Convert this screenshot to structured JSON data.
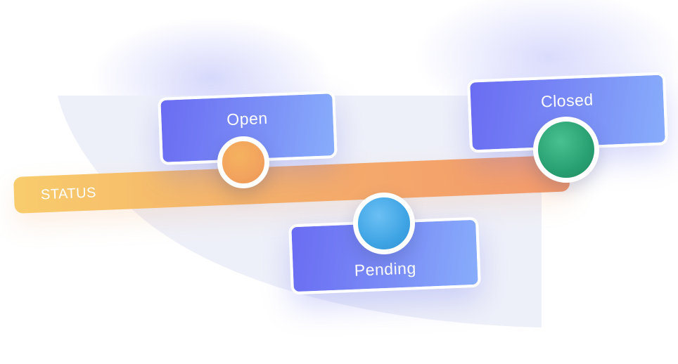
{
  "track": {
    "label": "STATUS"
  },
  "states": {
    "open": {
      "label": "Open",
      "color": "#f2a35e"
    },
    "pending": {
      "label": "Pending",
      "color": "#3fa4e4"
    },
    "closed": {
      "label": "Closed",
      "color": "#29a071"
    }
  },
  "colors": {
    "card_start": "#6a6cf2",
    "card_end": "#88adfb",
    "track_start": "#f8cc6c",
    "track_end": "#f49a6c",
    "backdrop": "#eef0f9"
  }
}
